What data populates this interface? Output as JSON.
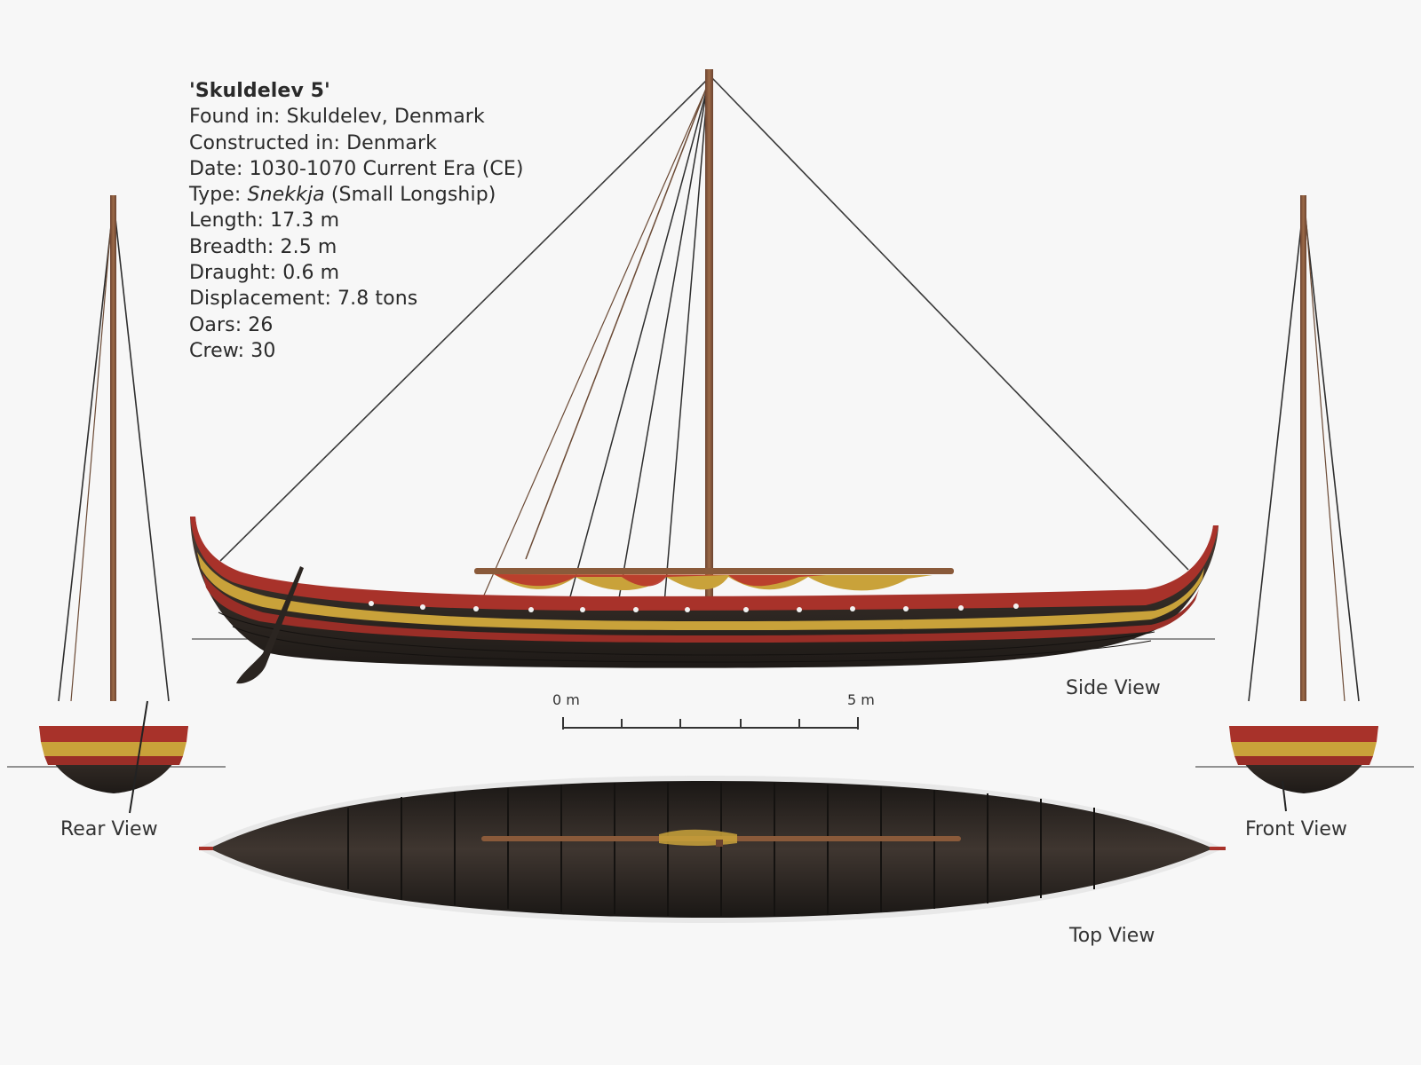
{
  "info": {
    "title": "'Skuldelev 5'",
    "found_in": "Found in: Skuldelev, Denmark",
    "constructed_in": "Constructed in: Denmark",
    "date": "Date: 1030-1070 Current Era (CE)",
    "type_prefix": "Type: ",
    "type_name": "Snekkja",
    "type_suffix": " (Small Longship)",
    "length": "Length: 17.3 m",
    "breadth": "Breadth: 2.5 m",
    "draught": "Draught: 0.6 m",
    "displacement": "Displacement: 7.8 tons",
    "oars": "Oars: 26",
    "crew": "Crew: 30"
  },
  "views": {
    "side": "Side View",
    "rear": "Rear View",
    "front": "Front View",
    "top": "Top View"
  },
  "scale": {
    "start_label": "0 m",
    "end_label": "5 m"
  },
  "colors": {
    "background": "#f7f7f7",
    "hull_dark": "#2c2622",
    "stripe_red": "#a8322a",
    "stripe_yellow": "#c9a23a",
    "mast": "#8a5a3a",
    "rigging": "#3a3a3a"
  }
}
